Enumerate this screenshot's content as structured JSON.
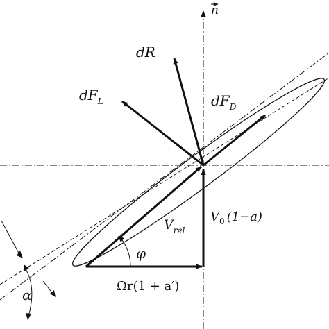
{
  "colors": {
    "ink": "#111111",
    "background": "#ffffff"
  },
  "labels": {
    "n": "n",
    "dR": "dR",
    "dFL_main": "dF",
    "dFL_sub": "L",
    "dFD_main": "dF",
    "dFD_sub": "D",
    "vrel_main": "V",
    "vrel_sub": "rel",
    "v0_main": "V",
    "v0_sub": "0",
    "v0_rest": "(1−a)",
    "phi": "φ",
    "alpha": "α",
    "omega_r": "Ωr(1 + a′)"
  }
}
